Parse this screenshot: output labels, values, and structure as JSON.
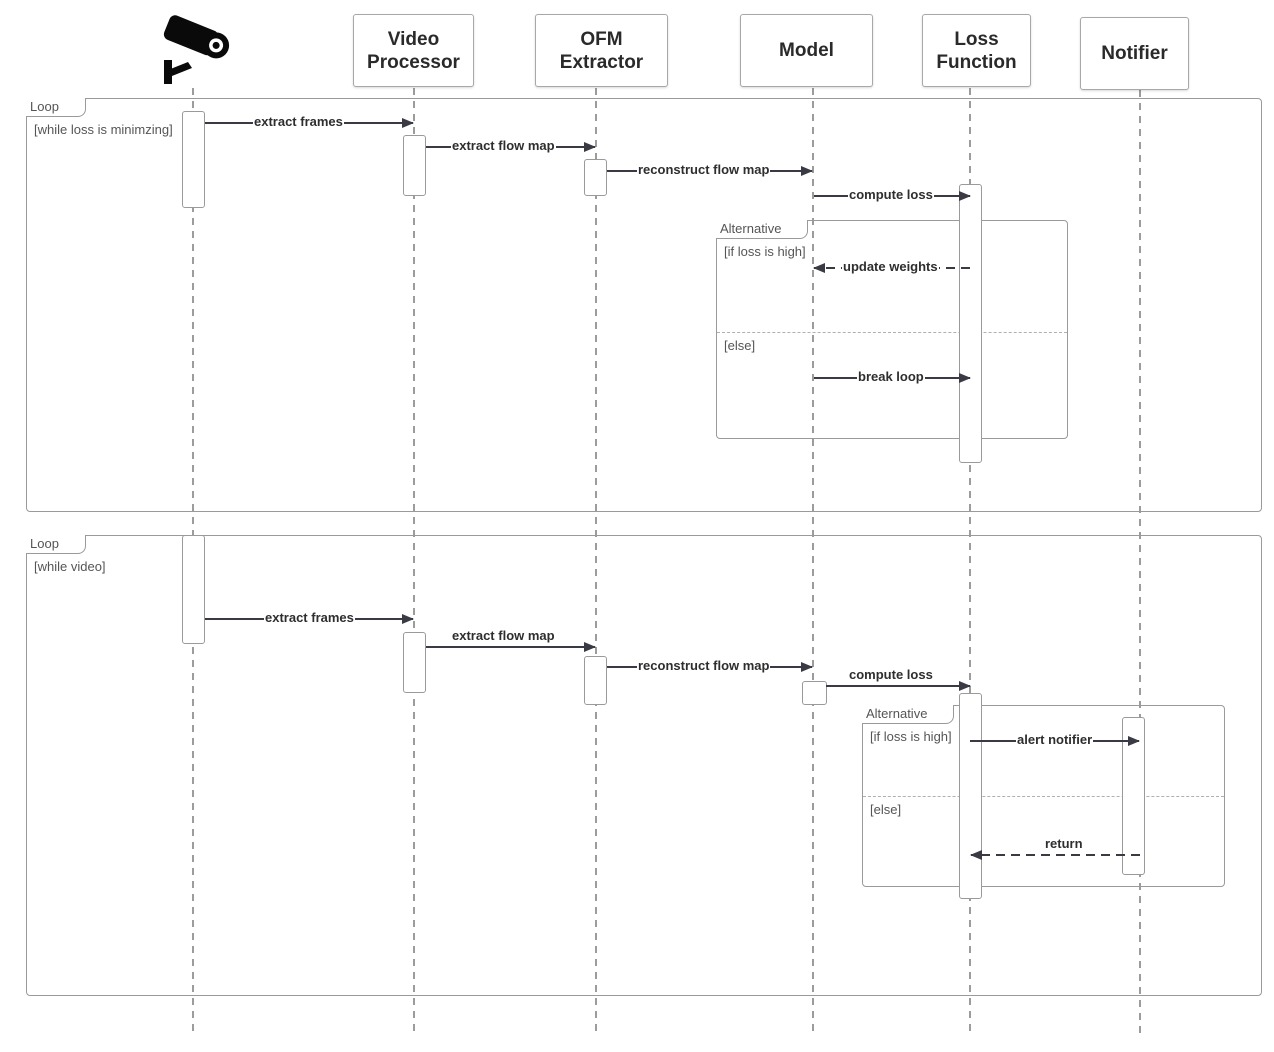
{
  "participants": [
    {
      "id": "camera",
      "label": "",
      "icon": "security-camera-icon"
    },
    {
      "id": "video-processor",
      "label": "Video\nProcessor"
    },
    {
      "id": "ofm-extractor",
      "label": "OFM\nExtractor"
    },
    {
      "id": "model",
      "label": "Model"
    },
    {
      "id": "loss-function",
      "label": "Loss\nFunction"
    },
    {
      "id": "notifier",
      "label": "Notifier"
    }
  ],
  "training_loop": {
    "label": "Loop",
    "guard": "[while loss is minimzing]",
    "messages": [
      {
        "label": "extract frames",
        "from": "camera",
        "to": "video-processor",
        "style": "solid"
      },
      {
        "label": "extract flow map",
        "from": "video-processor",
        "to": "ofm-extractor",
        "style": "solid"
      },
      {
        "label": "reconstruct flow map",
        "from": "ofm-extractor",
        "to": "model",
        "style": "solid"
      },
      {
        "label": "compute loss",
        "from": "model",
        "to": "loss-function",
        "style": "solid"
      }
    ],
    "alternative": {
      "label": "Alternative",
      "branches": [
        {
          "guard": "[if loss is high]",
          "message": {
            "label": "update weights",
            "from": "loss-function",
            "to": "model",
            "style": "dashed"
          }
        },
        {
          "guard": "[else]",
          "message": {
            "label": "break loop",
            "from": "model",
            "to": "loss-function",
            "style": "solid"
          }
        }
      ]
    }
  },
  "inference_loop": {
    "label": "Loop",
    "guard": "[while video]",
    "messages": [
      {
        "label": "extract frames",
        "from": "camera",
        "to": "video-processor",
        "style": "solid"
      },
      {
        "label": "extract flow map",
        "from": "video-processor",
        "to": "ofm-extractor",
        "style": "solid"
      },
      {
        "label": "reconstruct flow map",
        "from": "ofm-extractor",
        "to": "model",
        "style": "solid"
      },
      {
        "label": "compute loss",
        "from": "model",
        "to": "loss-function",
        "style": "solid"
      }
    ],
    "alternative": {
      "label": "Alternative",
      "branches": [
        {
          "guard": "[if loss is high]",
          "message": {
            "label": "alert notifier",
            "from": "loss-function",
            "to": "notifier",
            "style": "solid"
          }
        },
        {
          "guard": "[else]",
          "message": {
            "label": "return",
            "from": "notifier",
            "to": "loss-function",
            "style": "dashed"
          }
        }
      ]
    }
  },
  "colors": {
    "line": "#3a3a44",
    "frame": "#9a9a9a",
    "lifeline": "#666666"
  }
}
